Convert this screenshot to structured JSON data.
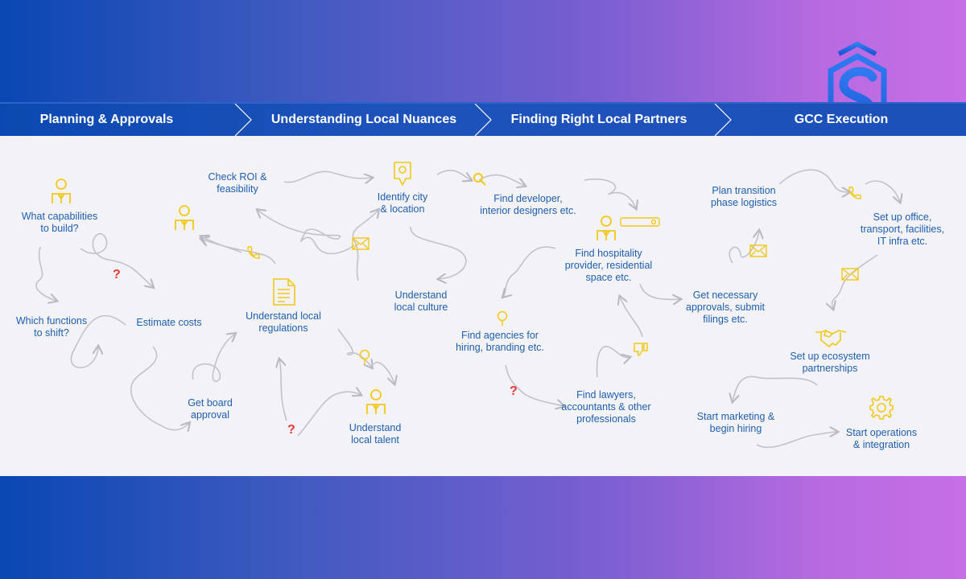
{
  "phases": [
    {
      "label": "Planning & Approvals"
    },
    {
      "label": "Understanding Local Nuances"
    },
    {
      "label": "Finding Right Local Partners"
    },
    {
      "label": "GCC Execution"
    }
  ],
  "steps": [
    {
      "lines": [
        "What capabilities",
        "to build?"
      ]
    },
    {
      "lines": [
        "Which functions",
        "to shift?"
      ]
    },
    {
      "lines": [
        "Estimate costs"
      ]
    },
    {
      "lines": [
        "Get board",
        "approval"
      ]
    },
    {
      "lines": [
        "Check ROI &",
        "feasibility"
      ]
    },
    {
      "lines": [
        "Understand local",
        "regulations"
      ]
    },
    {
      "lines": [
        "Identify city",
        "& location"
      ]
    },
    {
      "lines": [
        "Understand",
        "local culture"
      ]
    },
    {
      "lines": [
        "Understand",
        "local talent"
      ]
    },
    {
      "lines": [
        "Find developer,",
        "interior designers etc."
      ]
    },
    {
      "lines": [
        "Find hospitality",
        "provider, residential",
        "space etc."
      ]
    },
    {
      "lines": [
        "Find agencies for",
        "hiring, branding etc."
      ]
    },
    {
      "lines": [
        "Find lawyers,",
        "accountants & other",
        "professionals"
      ]
    },
    {
      "lines": [
        "Plan transition",
        "phase logistics"
      ]
    },
    {
      "lines": [
        "Get necessary",
        "approvals, submit",
        "filings etc."
      ]
    },
    {
      "lines": [
        "Set up office,",
        "transport, facilities,",
        "IT infra etc."
      ]
    },
    {
      "lines": [
        "Set up ecosystem",
        "partnerships"
      ]
    },
    {
      "lines": [
        "Start marketing &",
        "begin hiring"
      ]
    },
    {
      "lines": [
        "Start operations",
        "& integration"
      ]
    }
  ],
  "question_mark": "?",
  "colors": {
    "accent_yellow": "#f2c81b",
    "text_blue": "#1d5fae",
    "band_blue": "#1a4fb8",
    "question_red": "#e53935",
    "arrow_gray": "#b9b9c2"
  },
  "icons": [
    "person-icon",
    "question-icon",
    "document-icon",
    "phone-icon",
    "mail-icon",
    "pin-icon",
    "search-icon",
    "search-bar-icon",
    "thumbs-down-icon",
    "handshake-icon",
    "gear-icon"
  ]
}
